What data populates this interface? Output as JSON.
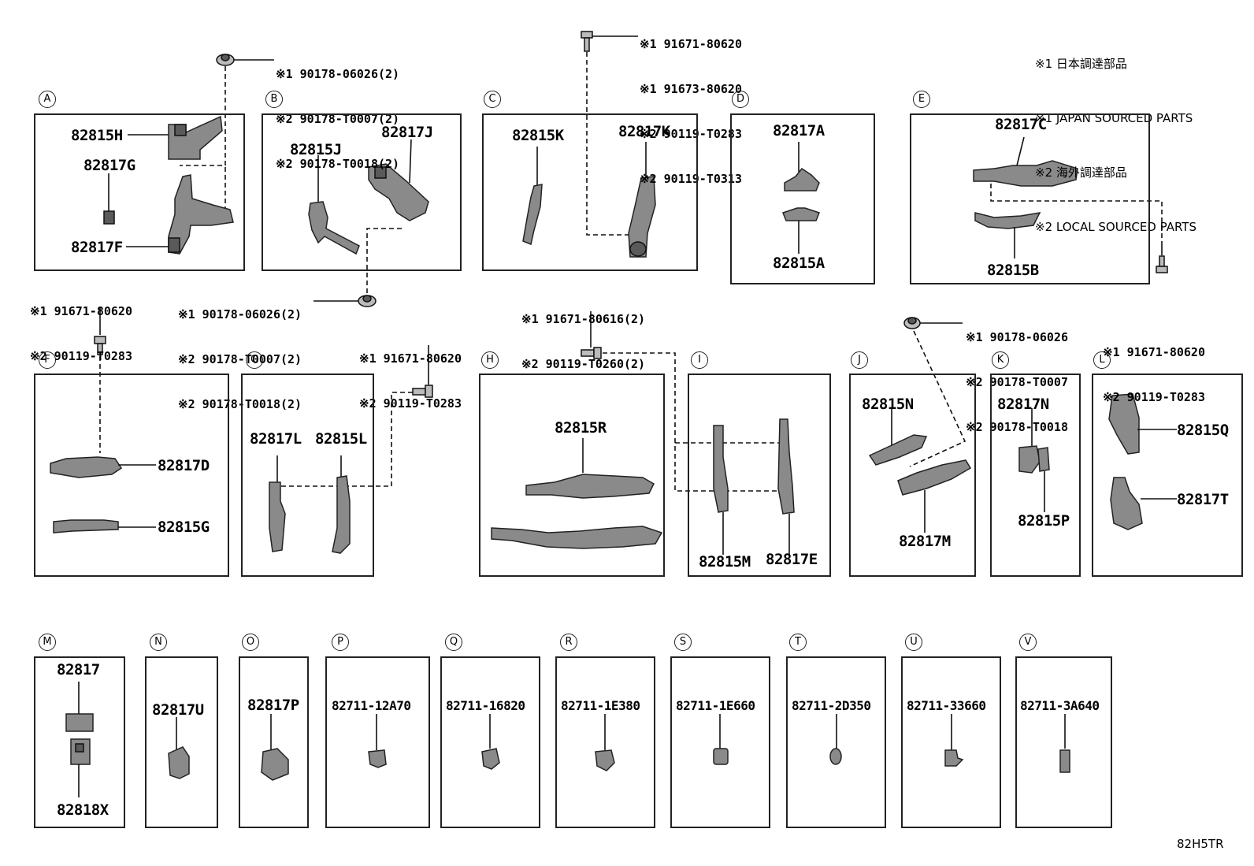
{
  "legend": [
    "※1 日本調達部品",
    "※1 JAPAN SOURCED PARTS",
    "※2 海外調達部品",
    "※2 LOCAL SOURCED PARTS"
  ],
  "diagram_code": "82H5TR",
  "groups": [
    {
      "letter": "A",
      "parts": [
        "82815H",
        "82817G",
        "82817F"
      ]
    },
    {
      "letter": "B",
      "parts": [
        "82815J",
        "82817J"
      ]
    },
    {
      "letter": "C",
      "parts": [
        "82815K",
        "82817K"
      ]
    },
    {
      "letter": "D",
      "parts": [
        "82817A",
        "82815A"
      ]
    },
    {
      "letter": "E",
      "parts": [
        "82817C",
        "82815B"
      ]
    },
    {
      "letter": "F",
      "parts": [
        "82817D",
        "82815G"
      ]
    },
    {
      "letter": "G",
      "parts": [
        "82817L",
        "82815L"
      ]
    },
    {
      "letter": "H",
      "parts": [
        "82815R"
      ]
    },
    {
      "letter": "I",
      "parts": [
        "82815M",
        "82817E"
      ]
    },
    {
      "letter": "J",
      "parts": [
        "82815N",
        "82817M"
      ]
    },
    {
      "letter": "K",
      "parts": [
        "82817N",
        "82815P"
      ]
    },
    {
      "letter": "L",
      "parts": [
        "82815Q",
        "82817T"
      ]
    },
    {
      "letter": "M",
      "parts": [
        "82817",
        "82818X"
      ]
    },
    {
      "letter": "N",
      "parts": [
        "82817U"
      ]
    },
    {
      "letter": "O",
      "parts": [
        "82817P"
      ]
    },
    {
      "letter": "P",
      "parts": [
        "82711-12A70"
      ]
    },
    {
      "letter": "Q",
      "parts": [
        "82711-16820"
      ]
    },
    {
      "letter": "R",
      "parts": [
        "82711-1E380"
      ]
    },
    {
      "letter": "S",
      "parts": [
        "82711-1E660"
      ]
    },
    {
      "letter": "T",
      "parts": [
        "82711-2D350"
      ]
    },
    {
      "letter": "U",
      "parts": [
        "82711-33660"
      ]
    },
    {
      "letter": "V",
      "parts": [
        "82711-3A640"
      ]
    }
  ],
  "fasteners": [
    {
      "id": "clip-top-a",
      "lines": [
        "※1 90178-06026(2)",
        "※2 90178-T0007(2)",
        "※2 90178-T0018(2)"
      ]
    },
    {
      "id": "bolt-top-c",
      "lines": [
        "※1 91671-80620",
        "※1 91673-80620",
        "※2 90119-T0283",
        "※2 90119-T0313"
      ]
    },
    {
      "id": "bolt-f",
      "lines": [
        "※1 91671-80620",
        "※2 90119-T0283"
      ]
    },
    {
      "id": "clip-b",
      "lines": [
        "※1 90178-06026(2)",
        "※2 90178-T0007(2)",
        "※2 90178-T0018(2)"
      ]
    },
    {
      "id": "bolt-g",
      "lines": [
        "※1 91671-80620",
        "※2 90119-T0283"
      ]
    },
    {
      "id": "bolt-h",
      "lines": [
        "※1 91671-80616(2)",
        "※2 90119-T0260(2)"
      ]
    },
    {
      "id": "clip-j",
      "lines": [
        "※1 90178-06026",
        "※2 90178-T0007",
        "※2 90178-T0018"
      ]
    },
    {
      "id": "bolt-e",
      "lines": [
        "※1 91671-80620",
        "※2 90119-T0283"
      ]
    }
  ]
}
